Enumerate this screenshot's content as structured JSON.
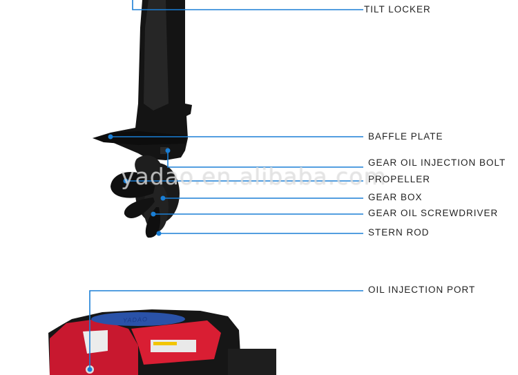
{
  "labels": {
    "tilt_locker": "TILT LOCKER",
    "baffle_plate": "BAFFLE PLATE",
    "gear_oil_injection_bolt": "GEAR OIL INJECTION BOLT",
    "propeller": "PROPELLER",
    "gear_box": "GEAR BOX",
    "gear_oil_screwdriver": "GEAR OIL SCREWDRIVER",
    "stern_rod": "STERN ROD",
    "oil_injection_port": "OIL INJECTION PORT"
  },
  "watermark": "yadao.en.alibaba.com",
  "brand_text": "YADAO",
  "colors": {
    "leader_line": "#1a7fd6",
    "motor_body": "#151515",
    "engine_cover": "#c8182f"
  }
}
